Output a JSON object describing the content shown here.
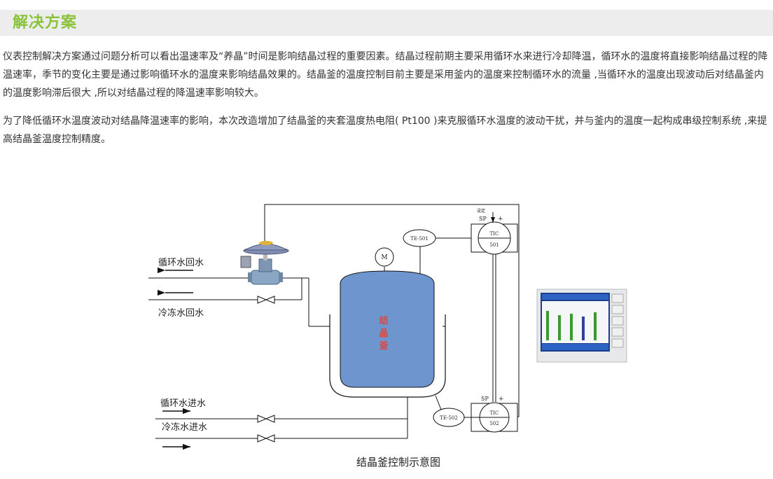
{
  "section": {
    "title": "解决方案"
  },
  "paragraphs": [
    "仪表控制解决方案通过问题分析可以看出温速率及“养晶”时间是影响结晶过程的重要因素。结晶过程前期主要采用循环水来进行冷却降温，循环水的温度将直接影响结晶过程的降温速率，季节的变化主要是通过影响循环水的温度来影响结晶效果的。结晶釜的温度控制目前主要是采用釜内的温度来控制循环水的流量 ,当循环水的温度出现波动后对结晶釜内的温度影响滞后很大 ,所以对结晶过程的降温速率影响较大。",
    "为了降低循环水温度波动对结晶降温速率的影响，本次改造增加了结晶釜的夹套温度热电阻( Pt100 )来克服循环水温度的波动干扰，并与釜内的温度一起构成串级控制系统 ,来提高结晶釜温度控制精度。"
  ],
  "diagram": {
    "caption": "结晶釜控制示意图",
    "pipe_labels": {
      "circ_return": "循环水回水",
      "chill_return": "冷冻水回水",
      "circ_supply": "循环水进水",
      "chill_supply": "冷冻水进水"
    },
    "motor": "M",
    "vessel_label": "结晶釜",
    "te_501": "TE-501",
    "te_502": "TE-502",
    "tic_501": {
      "name": "TIC",
      "num": "501",
      "sp": "SP",
      "sign": "+",
      "setpoint": "设定"
    },
    "tic_502": {
      "name": "TIC",
      "num": "502",
      "sp": "SP",
      "sign": "+"
    },
    "colors": {
      "vessel": "#6f95cf",
      "valve_body": "#8aa6c4",
      "actuator": "#8896b4",
      "lines": "#111111"
    }
  }
}
